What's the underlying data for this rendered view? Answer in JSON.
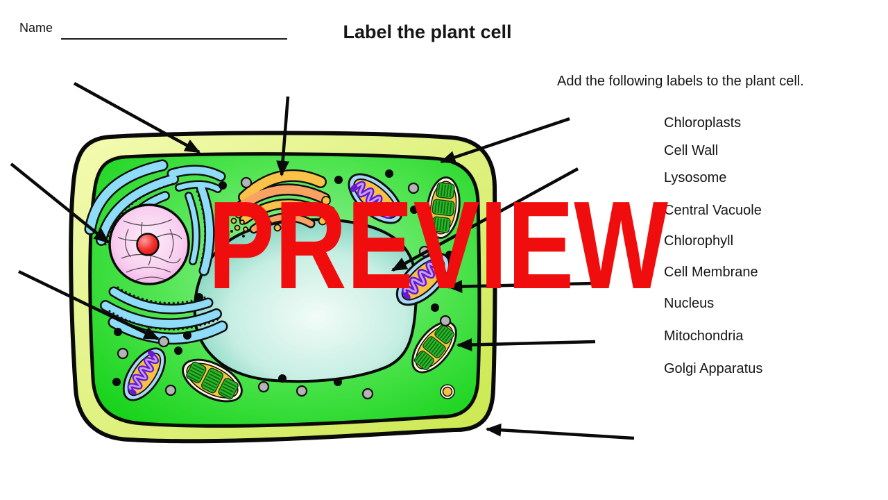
{
  "header": {
    "name_label": "Name",
    "title": "Label the plant cell"
  },
  "instruction": "Add the following labels to the plant cell.",
  "labels": {
    "items": [
      "Chloroplasts",
      "Cell Wall",
      "Lysosome",
      "Central Vacuole",
      "Chlorophyll",
      "Cell Membrane",
      "Nucleus",
      "Mitochondria",
      "Golgi Apparatus"
    ]
  },
  "watermark": {
    "text": "PREVIEW",
    "color": "#f00d0d"
  },
  "diagram": {
    "parts": [
      "cell-wall",
      "cell-membrane",
      "cytoplasm",
      "central-vacuole",
      "nucleus",
      "nucleolus",
      "rough-endoplasmic-reticulum",
      "golgi-apparatus",
      "mitochondrion",
      "chloroplast",
      "ribosome-dots",
      "lysosome-dots"
    ],
    "colors": {
      "cell_wall": "#d8ee6a",
      "cytoplasm": "#22d81e",
      "central_vacuole": "#8fdcc9",
      "nucleus": "#f6c3ec",
      "nucleolus": "#e41414",
      "endoplasmic_reticulum": "#8edcf7",
      "golgi": "#fbbf49",
      "mitochondrion_cristae": "#6619d6",
      "chloroplast_grana": "#2cb52c"
    },
    "arrow_count": 9
  }
}
